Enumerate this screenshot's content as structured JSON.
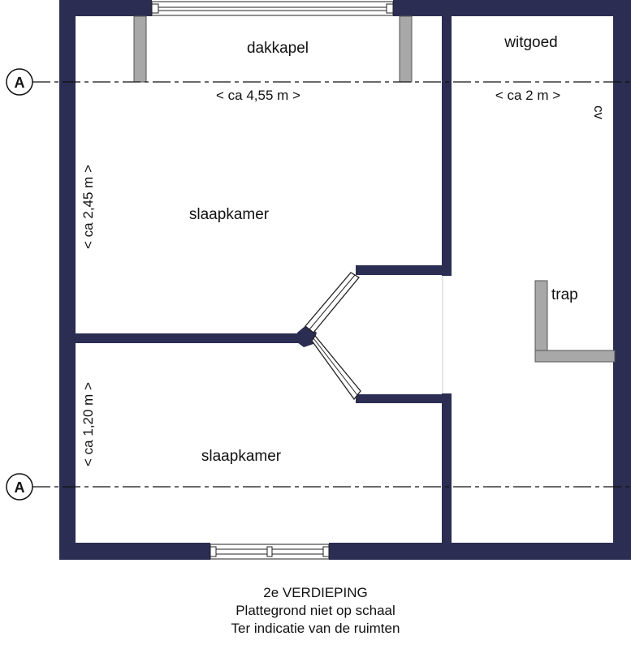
{
  "rooms": {
    "dakkapel": "dakkapel",
    "witgoed": "witgoed",
    "slaapkamer_top": "slaapkamer",
    "slaapkamer_bottom": "slaapkamer",
    "trap": "trap",
    "cv": "cv"
  },
  "dimensions": {
    "width_main": "< ca 4,55 m >",
    "width_side": "< ca 2 m >",
    "height_top": "< ca 2,45 m >",
    "height_bottom": "< ca 1,20 m >"
  },
  "section_markers": {
    "top": "A",
    "bottom": "A"
  },
  "caption": {
    "line1": "2e VERDIEPING",
    "line2": "Plattegrond niet op schaal",
    "line3": "Ter indicatie van de ruimten"
  },
  "colors": {
    "wall": "#2b2d52",
    "gray_wall": "#a8a8a8",
    "line": "#111111"
  }
}
